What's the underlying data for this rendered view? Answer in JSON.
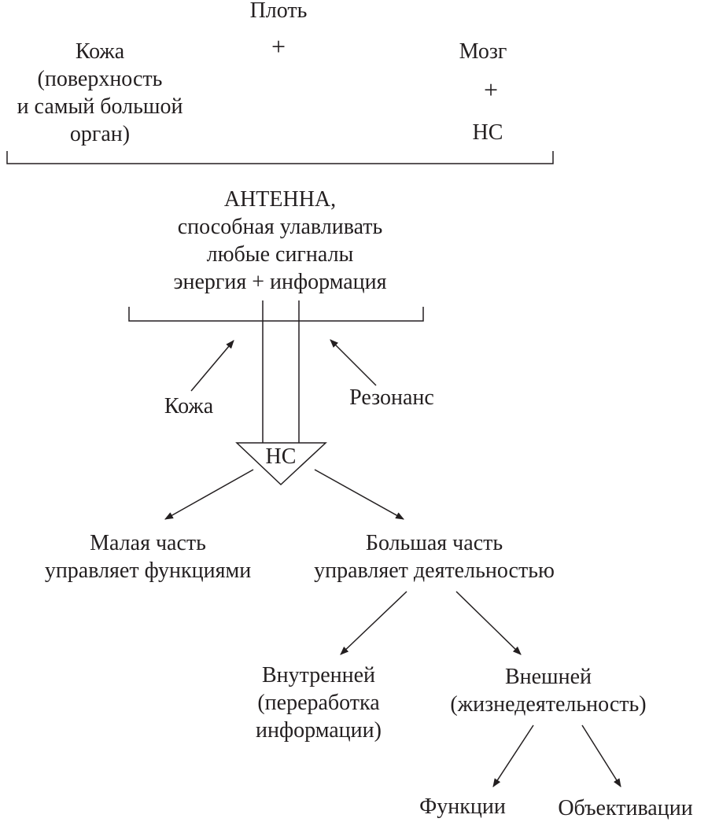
{
  "top": {
    "flesh": "Плоть",
    "plus_top": "+",
    "skin_lines": [
      "Кожа",
      "(поверхность",
      "и самый большой",
      "орган)"
    ],
    "brain": "Мозг",
    "plus_right": "+",
    "ns_top": "НС"
  },
  "antenna": {
    "lines": [
      "АНТЕННА,",
      "способная улавливать",
      "любые сигналы",
      "энергия + информация"
    ]
  },
  "inputs": {
    "skin": "Кожа",
    "resonance": "Резонанс"
  },
  "ns_node": "НС",
  "branches": {
    "small_part": [
      "Малая часть",
      "управляет функциями"
    ],
    "large_part": [
      "Большая часть",
      "управляет деятельностью"
    ]
  },
  "activity": {
    "internal": [
      "Внутренней",
      "(переработка",
      "информации)"
    ],
    "external": [
      "Внешней",
      "(жизнедеятельность)"
    ]
  },
  "leaves": {
    "functions": "Функции",
    "objectivations": "Объективации"
  },
  "colors": {
    "ink": "#231f20",
    "background": "#ffffff"
  }
}
